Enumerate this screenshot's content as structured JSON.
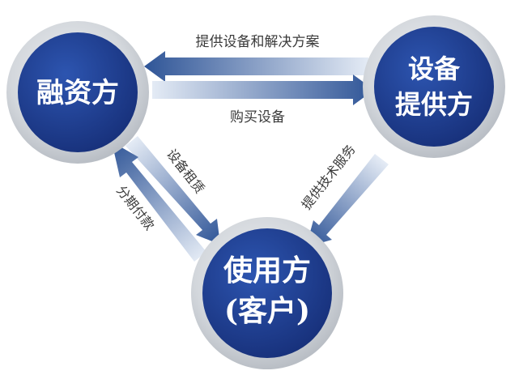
{
  "nodes": {
    "financier": {
      "line1": "融资方"
    },
    "supplier": {
      "line1": "设备",
      "line2": "提供方"
    },
    "user": {
      "line1": "使用方",
      "line2": "(客户)"
    }
  },
  "edges": {
    "supplier_to_financier": "提供设备和解决方案",
    "financier_to_supplier": "购买设备",
    "financier_to_user": "设备租赁",
    "user_to_financier": "分期付款",
    "supplier_to_user": "提供技术服务"
  },
  "colors": {
    "node_fill": "#1f3c88",
    "ring": "#cfd3d8",
    "arrow_dark": "#2f5597",
    "arrow_light": "#dfe7f3",
    "label": "#3b3b3b",
    "background": "#ffffff"
  }
}
